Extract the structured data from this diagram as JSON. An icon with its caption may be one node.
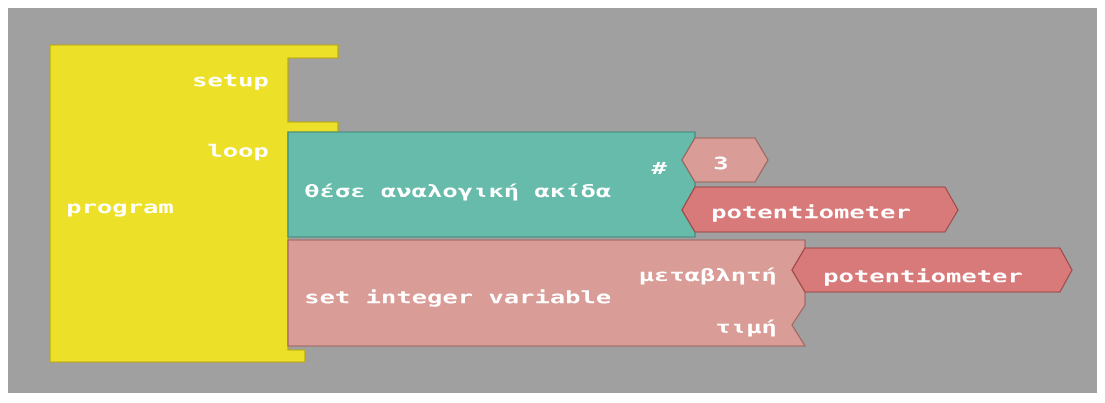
{
  "diagram": {
    "nodes": [
      {
        "text": [
          "program",
          "setup",
          "loop"
        ]
      },
      {
        "text": [
          "θέσε αναλογική ακίδα",
          "#"
        ]
      },
      {
        "text": [
          "3"
        ]
      },
      {
        "text": [
          "potentiometer"
        ]
      },
      {
        "text": [
          "set integer variable",
          "μεταβλητή",
          "τιμή"
        ]
      },
      {
        "text": [
          "potentiometer"
        ]
      }
    ]
  }
}
